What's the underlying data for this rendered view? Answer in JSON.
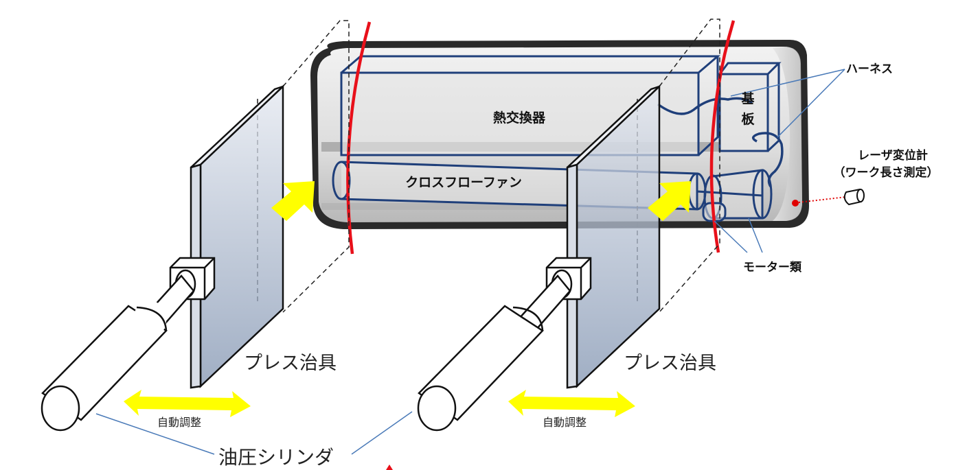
{
  "labels": {
    "heat_exchanger": "熱交換器",
    "board_line1": "基",
    "board_line2": "板",
    "cross_flow_fan": "クロスフローファン",
    "harness": "ハーネス",
    "laser_line1": "レーザ変位計",
    "laser_line2": "（ワーク長さ測定）",
    "motors": "モーター類",
    "press_jig_left": "プレス治具",
    "press_jig_right": "プレス治具",
    "auto_adjust_left": "自動調整",
    "auto_adjust_right": "自動調整",
    "hydraulic_cylinder": "油圧シリンダ"
  },
  "colors": {
    "housing_fill": "#d9d9d9",
    "housing_outline": "#262626",
    "component_outline": "#1f3f7a",
    "cut_line": "#e8101a",
    "arrow_yellow": "#ffff00",
    "plate_fill_top": "#d8dde8",
    "plate_fill_bottom": "#8497b3",
    "leader_line": "#4a7ab8",
    "laser_dot": "#e00000"
  }
}
